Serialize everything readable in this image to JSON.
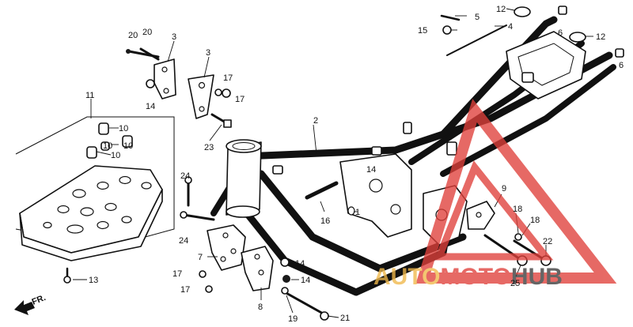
{
  "parts": [
    {
      "id": "p1",
      "label": "1"
    },
    {
      "id": "p2",
      "label": "2"
    },
    {
      "id": "p3a",
      "label": "3"
    },
    {
      "id": "p3b",
      "label": "3"
    },
    {
      "id": "p4",
      "label": "4"
    },
    {
      "id": "p5",
      "label": "5"
    },
    {
      "id": "p6a",
      "label": "6"
    },
    {
      "id": "p6b",
      "label": "6"
    },
    {
      "id": "p7",
      "label": "7"
    },
    {
      "id": "p8",
      "label": "8"
    },
    {
      "id": "p9",
      "label": "9"
    },
    {
      "id": "p10a",
      "label": "10"
    },
    {
      "id": "p10b",
      "label": "10"
    },
    {
      "id": "p10c",
      "label": "10"
    },
    {
      "id": "p10d",
      "label": "10"
    },
    {
      "id": "p11",
      "label": "11"
    },
    {
      "id": "p12a",
      "label": "12"
    },
    {
      "id": "p12b",
      "label": "12"
    },
    {
      "id": "p13",
      "label": "13"
    },
    {
      "id": "p14a",
      "label": "14"
    },
    {
      "id": "p14b",
      "label": "14"
    },
    {
      "id": "p14c",
      "label": "14"
    },
    {
      "id": "p14d",
      "label": "14"
    },
    {
      "id": "p15",
      "label": "15"
    },
    {
      "id": "p16",
      "label": "16"
    },
    {
      "id": "p17a",
      "label": "17"
    },
    {
      "id": "p17b",
      "label": "17"
    },
    {
      "id": "p17c",
      "label": "17"
    },
    {
      "id": "p17d",
      "label": "17"
    },
    {
      "id": "p18a",
      "label": "18"
    },
    {
      "id": "p18b",
      "label": "18"
    },
    {
      "id": "p19",
      "label": "19"
    },
    {
      "id": "p20a",
      "label": "20"
    },
    {
      "id": "p20b",
      "label": "20"
    },
    {
      "id": "p21",
      "label": "21"
    },
    {
      "id": "p22",
      "label": "22"
    },
    {
      "id": "p23",
      "label": "23"
    },
    {
      "id": "p24a",
      "label": "24"
    },
    {
      "id": "p24b",
      "label": "24"
    },
    {
      "id": "p25",
      "label": "25"
    }
  ],
  "direction": {
    "label": "FR."
  },
  "watermark": {
    "word1": "AUTO",
    "word2": "MOTO",
    "word3": "HUB",
    "colors": {
      "gold": "#f0b84a",
      "red": "#e0403a",
      "dark": "#3a3a3a"
    }
  }
}
